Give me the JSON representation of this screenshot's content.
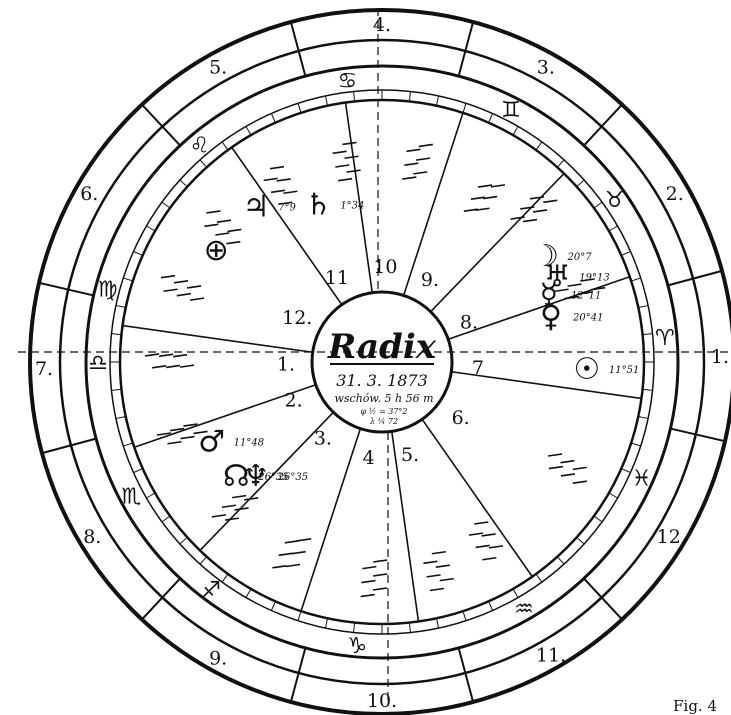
{
  "center": {
    "title": "Radix",
    "date": "31. 3. 1873",
    "time": "wschów. 5 h 56 m",
    "notes": [
      "φ ½ = 37°2",
      "λ ¼ 72"
    ]
  },
  "outer_houses": [
    "1.",
    "2.",
    "3.",
    "4.",
    "5.",
    "6.",
    "7.",
    "8.",
    "9.",
    "10.",
    "11.",
    "12."
  ],
  "inner_houses": [
    "1.",
    "2.",
    "3.",
    "4",
    "5.",
    "6.",
    "7",
    "8.",
    "9.",
    "10",
    "11",
    "12."
  ],
  "signs": [
    {
      "icon": "aries-icon",
      "glyph": "♈"
    },
    {
      "icon": "taurus-icon",
      "glyph": "♉"
    },
    {
      "icon": "gemini-icon",
      "glyph": "♊"
    },
    {
      "icon": "cancer-icon",
      "glyph": "♋"
    },
    {
      "icon": "leo-icon",
      "glyph": "♌"
    },
    {
      "icon": "virgo-icon",
      "glyph": "♍"
    },
    {
      "icon": "libra-icon",
      "glyph": "♎"
    },
    {
      "icon": "scorpio-icon",
      "glyph": "♏"
    },
    {
      "icon": "sagittarius-icon",
      "glyph": "♐"
    },
    {
      "icon": "capricorn-icon",
      "glyph": "♑"
    },
    {
      "icon": "aquarius-icon",
      "glyph": "♒"
    },
    {
      "icon": "pisces-icon",
      "glyph": "♓"
    }
  ],
  "planets": [
    {
      "icon": "sun-icon",
      "glyph": "☉",
      "label": "11°51"
    },
    {
      "icon": "moon-icon",
      "glyph": "☽",
      "label": "20°7"
    },
    {
      "icon": "mercury-icon",
      "glyph": "☿",
      "label": "12°11"
    },
    {
      "icon": "venus-icon",
      "glyph": "♀",
      "label": "20°41"
    },
    {
      "icon": "mars-icon",
      "glyph": "♂",
      "label": "11°48"
    },
    {
      "icon": "jupiter-icon",
      "glyph": "♃",
      "label": "7°9"
    },
    {
      "icon": "saturn-icon",
      "glyph": "♄",
      "label": "1°34"
    },
    {
      "icon": "uranus-icon",
      "glyph": "♅",
      "label": "19°13"
    },
    {
      "icon": "neptune-icon",
      "glyph": "♆",
      "label": "26°35"
    },
    {
      "icon": "node-icon",
      "glyph": "☊",
      "label": "26°35"
    },
    {
      "icon": "earth-icon",
      "glyph": "⊕",
      "label": ""
    }
  ],
  "caption": "Fig. 4"
}
